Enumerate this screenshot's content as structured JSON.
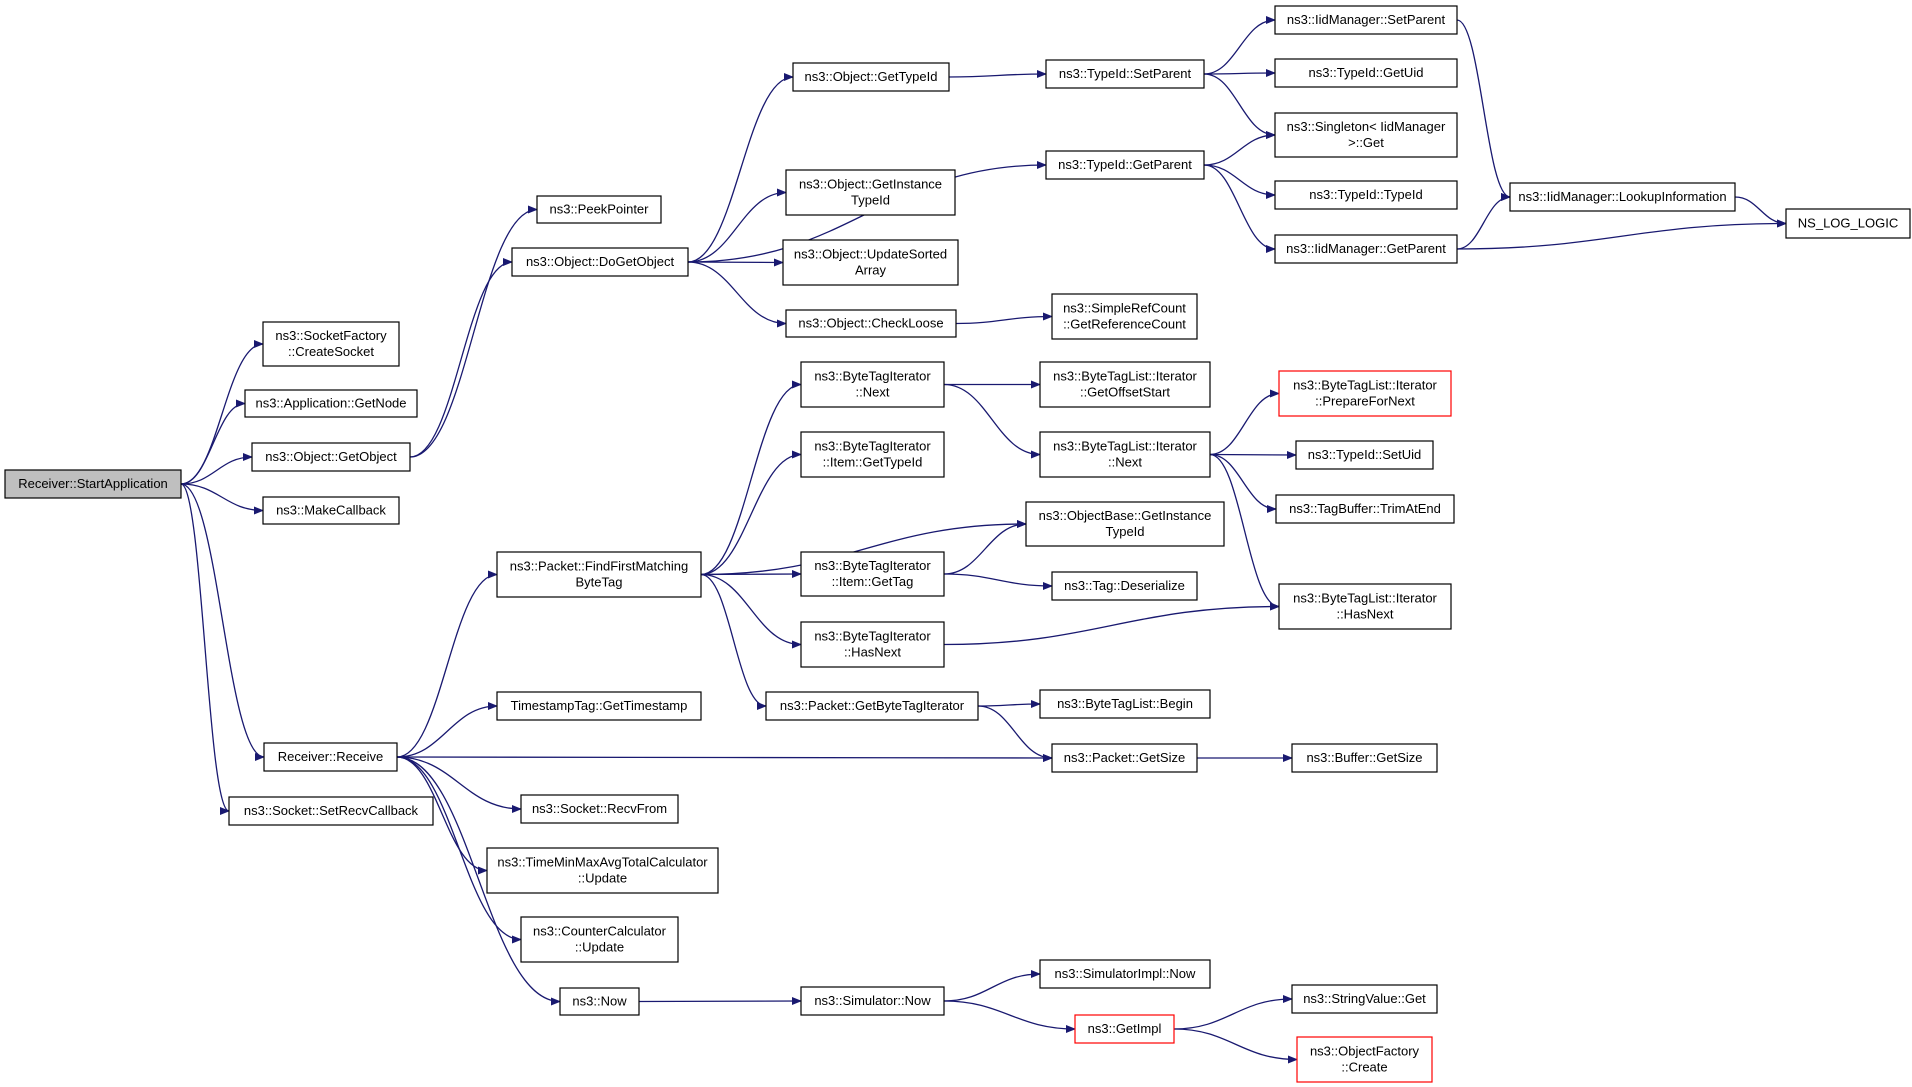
{
  "colors": {
    "edge": "#191970",
    "node_border": "#000000",
    "node_border_highlight": "#ff0000",
    "node_fill": "#ffffff",
    "root_fill": "#bfbfbf"
  },
  "nodes": [
    {
      "id": "start",
      "lines": [
        "Receiver::StartApplication"
      ],
      "style": "root"
    },
    {
      "id": "createsocket",
      "lines": [
        "ns3::SocketFactory",
        "::CreateSocket"
      ]
    },
    {
      "id": "getnode",
      "lines": [
        "ns3::Application::GetNode"
      ]
    },
    {
      "id": "getobject",
      "lines": [
        "ns3::Object::GetObject"
      ]
    },
    {
      "id": "makecallback",
      "lines": [
        "ns3::MakeCallback"
      ]
    },
    {
      "id": "receive",
      "lines": [
        "Receiver::Receive"
      ]
    },
    {
      "id": "setrecv",
      "lines": [
        "ns3::Socket::SetRecvCallback"
      ]
    },
    {
      "id": "peekpointer",
      "lines": [
        "ns3::PeekPointer"
      ]
    },
    {
      "id": "dogetobject",
      "lines": [
        "ns3::Object::DoGetObject"
      ]
    },
    {
      "id": "gettypeid",
      "lines": [
        "ns3::Object::GetTypeId"
      ]
    },
    {
      "id": "getinstancetypeid",
      "lines": [
        "ns3::Object::GetInstance",
        "TypeId"
      ]
    },
    {
      "id": "updatesorted",
      "lines": [
        "ns3::Object::UpdateSorted",
        "Array"
      ]
    },
    {
      "id": "checkloose",
      "lines": [
        "ns3::Object::CheckLoose"
      ]
    },
    {
      "id": "tsetparent",
      "lines": [
        "ns3::TypeId::SetParent"
      ]
    },
    {
      "id": "tgetparent",
      "lines": [
        "ns3::TypeId::GetParent"
      ]
    },
    {
      "id": "getrefcount",
      "lines": [
        "ns3::SimpleRefCount",
        "::GetReferenceCount"
      ]
    },
    {
      "id": "iidsetparent",
      "lines": [
        "ns3::IidManager::SetParent"
      ]
    },
    {
      "id": "getuid",
      "lines": [
        "ns3::TypeId::GetUid"
      ]
    },
    {
      "id": "singleton",
      "lines": [
        "ns3::Singleton< IidManager",
        ">::Get"
      ]
    },
    {
      "id": "ttypeid",
      "lines": [
        "ns3::TypeId::TypeId"
      ]
    },
    {
      "id": "iidgetparent",
      "lines": [
        "ns3::IidManager::GetParent"
      ]
    },
    {
      "id": "lookupinfo",
      "lines": [
        "ns3::IidManager::LookupInformation"
      ]
    },
    {
      "id": "nslog",
      "lines": [
        "NS_LOG_LOGIC"
      ]
    },
    {
      "id": "findfirst",
      "lines": [
        "ns3::Packet::FindFirstMatching",
        "ByteTag"
      ]
    },
    {
      "id": "timestamp",
      "lines": [
        "TimestampTag::GetTimestamp"
      ]
    },
    {
      "id": "recvfrom",
      "lines": [
        "ns3::Socket::RecvFrom"
      ]
    },
    {
      "id": "tminmax",
      "lines": [
        "ns3::TimeMinMaxAvgTotalCalculator",
        "::Update"
      ]
    },
    {
      "id": "counter",
      "lines": [
        "ns3::CounterCalculator",
        "::Update"
      ]
    },
    {
      "id": "now",
      "lines": [
        "ns3::Now"
      ]
    },
    {
      "id": "btinext",
      "lines": [
        "ns3::ByteTagIterator",
        "::Next"
      ]
    },
    {
      "id": "btiitemgettypeid",
      "lines": [
        "ns3::ByteTagIterator",
        "::Item::GetTypeId"
      ]
    },
    {
      "id": "btiitemgettag",
      "lines": [
        "ns3::ByteTagIterator",
        "::Item::GetTag"
      ]
    },
    {
      "id": "btihasnext",
      "lines": [
        "ns3::ByteTagIterator",
        "::HasNext"
      ]
    },
    {
      "id": "getbytetagiter",
      "lines": [
        "ns3::Packet::GetByteTagIterator"
      ]
    },
    {
      "id": "simnow",
      "lines": [
        "ns3::Simulator::Now"
      ]
    },
    {
      "id": "getoffsetstart",
      "lines": [
        "ns3::ByteTagList::Iterator",
        "::GetOffsetStart"
      ]
    },
    {
      "id": "btlinext",
      "lines": [
        "ns3::ByteTagList::Iterator",
        "::Next"
      ]
    },
    {
      "id": "objbasegetinst",
      "lines": [
        "ns3::ObjectBase::GetInstance",
        "TypeId"
      ]
    },
    {
      "id": "tagdeserialize",
      "lines": [
        "ns3::Tag::Deserialize"
      ]
    },
    {
      "id": "btlbegin",
      "lines": [
        "ns3::ByteTagList::Begin"
      ]
    },
    {
      "id": "packetgetsize",
      "lines": [
        "ns3::Packet::GetSize"
      ]
    },
    {
      "id": "simimplnow",
      "lines": [
        "ns3::SimulatorImpl::Now"
      ]
    },
    {
      "id": "getimpl",
      "lines": [
        "ns3::GetImpl"
      ],
      "style": "highlight"
    },
    {
      "id": "prepfornext",
      "lines": [
        "ns3::ByteTagList::Iterator",
        "::PrepareForNext"
      ],
      "style": "highlight"
    },
    {
      "id": "setuid",
      "lines": [
        "ns3::TypeId::SetUid"
      ]
    },
    {
      "id": "trimatend",
      "lines": [
        "ns3::TagBuffer::TrimAtEnd"
      ]
    },
    {
      "id": "btlihasnext",
      "lines": [
        "ns3::ByteTagList::Iterator",
        "::HasNext"
      ]
    },
    {
      "id": "buffergetsize",
      "lines": [
        "ns3::Buffer::GetSize"
      ]
    },
    {
      "id": "stringvalueget",
      "lines": [
        "ns3::StringValue::Get"
      ]
    },
    {
      "id": "objfactorycreate",
      "lines": [
        "ns3::ObjectFactory",
        "::Create"
      ],
      "style": "highlight"
    }
  ],
  "edges": [
    [
      "start",
      "createsocket"
    ],
    [
      "start",
      "getnode"
    ],
    [
      "start",
      "getobject"
    ],
    [
      "start",
      "makecallback"
    ],
    [
      "start",
      "receive"
    ],
    [
      "start",
      "setrecv"
    ],
    [
      "getobject",
      "peekpointer"
    ],
    [
      "getobject",
      "dogetobject"
    ],
    [
      "dogetobject",
      "gettypeid"
    ],
    [
      "dogetobject",
      "tgetparent"
    ],
    [
      "dogetobject",
      "getinstancetypeid"
    ],
    [
      "dogetobject",
      "updatesorted"
    ],
    [
      "dogetobject",
      "checkloose"
    ],
    [
      "gettypeid",
      "tsetparent"
    ],
    [
      "tsetparent",
      "iidsetparent"
    ],
    [
      "tsetparent",
      "getuid"
    ],
    [
      "tsetparent",
      "singleton"
    ],
    [
      "tgetparent",
      "singleton"
    ],
    [
      "tgetparent",
      "ttypeid"
    ],
    [
      "tgetparent",
      "iidgetparent"
    ],
    [
      "iidsetparent",
      "lookupinfo"
    ],
    [
      "iidgetparent",
      "lookupinfo"
    ],
    [
      "iidgetparent",
      "nslog"
    ],
    [
      "lookupinfo",
      "nslog"
    ],
    [
      "checkloose",
      "getrefcount"
    ],
    [
      "receive",
      "findfirst"
    ],
    [
      "receive",
      "timestamp"
    ],
    [
      "receive",
      "packetgetsize"
    ],
    [
      "receive",
      "recvfrom"
    ],
    [
      "receive",
      "tminmax"
    ],
    [
      "receive",
      "counter"
    ],
    [
      "receive",
      "now"
    ],
    [
      "findfirst",
      "btinext"
    ],
    [
      "findfirst",
      "btiitemgettypeid"
    ],
    [
      "findfirst",
      "objbasegetinst"
    ],
    [
      "findfirst",
      "btiitemgettag"
    ],
    [
      "findfirst",
      "btihasnext"
    ],
    [
      "findfirst",
      "getbytetagiter"
    ],
    [
      "btinext",
      "getoffsetstart"
    ],
    [
      "btinext",
      "btlinext"
    ],
    [
      "btlinext",
      "prepfornext"
    ],
    [
      "btlinext",
      "setuid"
    ],
    [
      "btlinext",
      "trimatend"
    ],
    [
      "btlinext",
      "btlihasnext"
    ],
    [
      "btiitemgettag",
      "objbasegetinst"
    ],
    [
      "btiitemgettag",
      "tagdeserialize"
    ],
    [
      "btihasnext",
      "btlihasnext"
    ],
    [
      "getbytetagiter",
      "btlbegin"
    ],
    [
      "getbytetagiter",
      "packetgetsize"
    ],
    [
      "packetgetsize",
      "buffergetsize"
    ],
    [
      "now",
      "simnow"
    ],
    [
      "simnow",
      "simimplnow"
    ],
    [
      "simnow",
      "getimpl"
    ],
    [
      "getimpl",
      "stringvalueget"
    ],
    [
      "getimpl",
      "objfactorycreate"
    ]
  ]
}
